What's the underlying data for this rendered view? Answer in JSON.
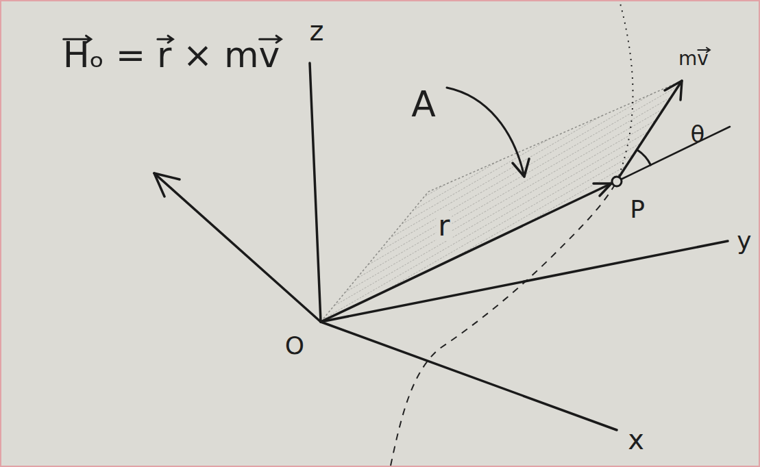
{
  "diagram": {
    "labels": [
      "Hₒ = r × mv",
      "z",
      "A",
      "mv",
      "θ",
      "r",
      "P",
      "y",
      "O",
      "x"
    ]
  }
}
